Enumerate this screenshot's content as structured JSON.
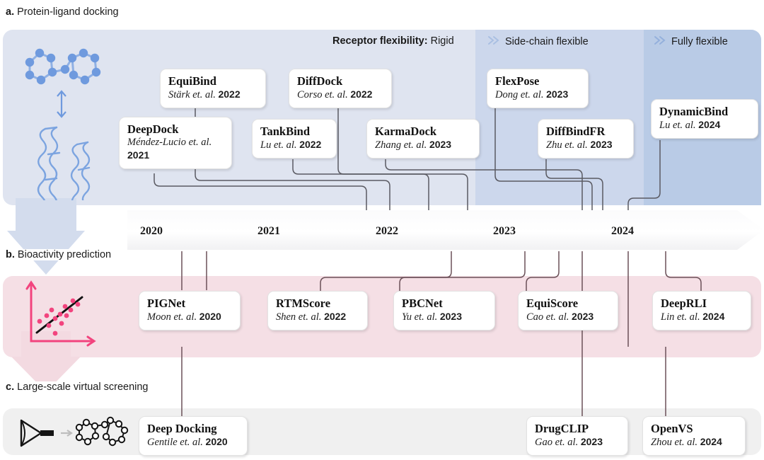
{
  "figure": {
    "sections": [
      {
        "tag": "a.",
        "title": "Protein-ligand docking"
      },
      {
        "tag": "b.",
        "title": "Bioactivity prediction"
      },
      {
        "tag": "c.",
        "title": "Large-scale virtual screening"
      }
    ],
    "flexibility": {
      "label": "Receptor flexibility:",
      "levels": [
        "Rigid",
        "Side-chain flexible",
        "Fully flexible"
      ]
    },
    "timeline": {
      "years": [
        "2020",
        "2021",
        "2022",
        "2023",
        "2024"
      ]
    },
    "colors": {
      "panel_a": "#dfe4f0",
      "band_side_chain": "#ccd7ec",
      "band_fully": "#b9cbe6",
      "panel_b": "#f5dfe5",
      "panel_c": "#f0f0f0",
      "ligand_blue": "#6f9ade",
      "scatter_pink": "#f2447e",
      "wire_blue": "#4a4a52",
      "wire_pink": "#6b5058"
    },
    "docking_methods": [
      {
        "name": "DeepDock",
        "authors": "Méndez-Lucio et. al.",
        "year": "2021"
      },
      {
        "name": "EquiBind",
        "authors": "Stärk et. al.",
        "year": "2022"
      },
      {
        "name": "TankBind",
        "authors": "Lu et. al.",
        "year": "2022"
      },
      {
        "name": "DiffDock",
        "authors": "Corso et. al.",
        "year": "2022"
      },
      {
        "name": "KarmaDock",
        "authors": "Zhang et. al.",
        "year": "2023"
      },
      {
        "name": "FlexPose",
        "authors": "Dong et. al.",
        "year": "2023"
      },
      {
        "name": "DiffBindFR",
        "authors": "Zhu et. al.",
        "year": "2023"
      },
      {
        "name": "DynamicBind",
        "authors": "Lu et. al.",
        "year": "2024"
      }
    ],
    "bioactivity_methods": [
      {
        "name": "PIGNet",
        "authors": "Moon et. al.",
        "year": "2020"
      },
      {
        "name": "RTMScore",
        "authors": "Shen et. al.",
        "year": "2022"
      },
      {
        "name": "PBCNet",
        "authors": "Yu et. al.",
        "year": "2023"
      },
      {
        "name": "EquiScore",
        "authors": "Cao et. al.",
        "year": "2023"
      },
      {
        "name": "DeepRLI",
        "authors": "Lin et. al.",
        "year": "2024"
      }
    ],
    "screening_methods": [
      {
        "name": "Deep Docking",
        "authors": "Gentile et. al.",
        "year": "2020"
      },
      {
        "name": "DrugCLIP",
        "authors": "Gao et. al.",
        "year": "2023"
      },
      {
        "name": "OpenVS",
        "authors": "Zhou et. al.",
        "year": "2024"
      }
    ]
  }
}
